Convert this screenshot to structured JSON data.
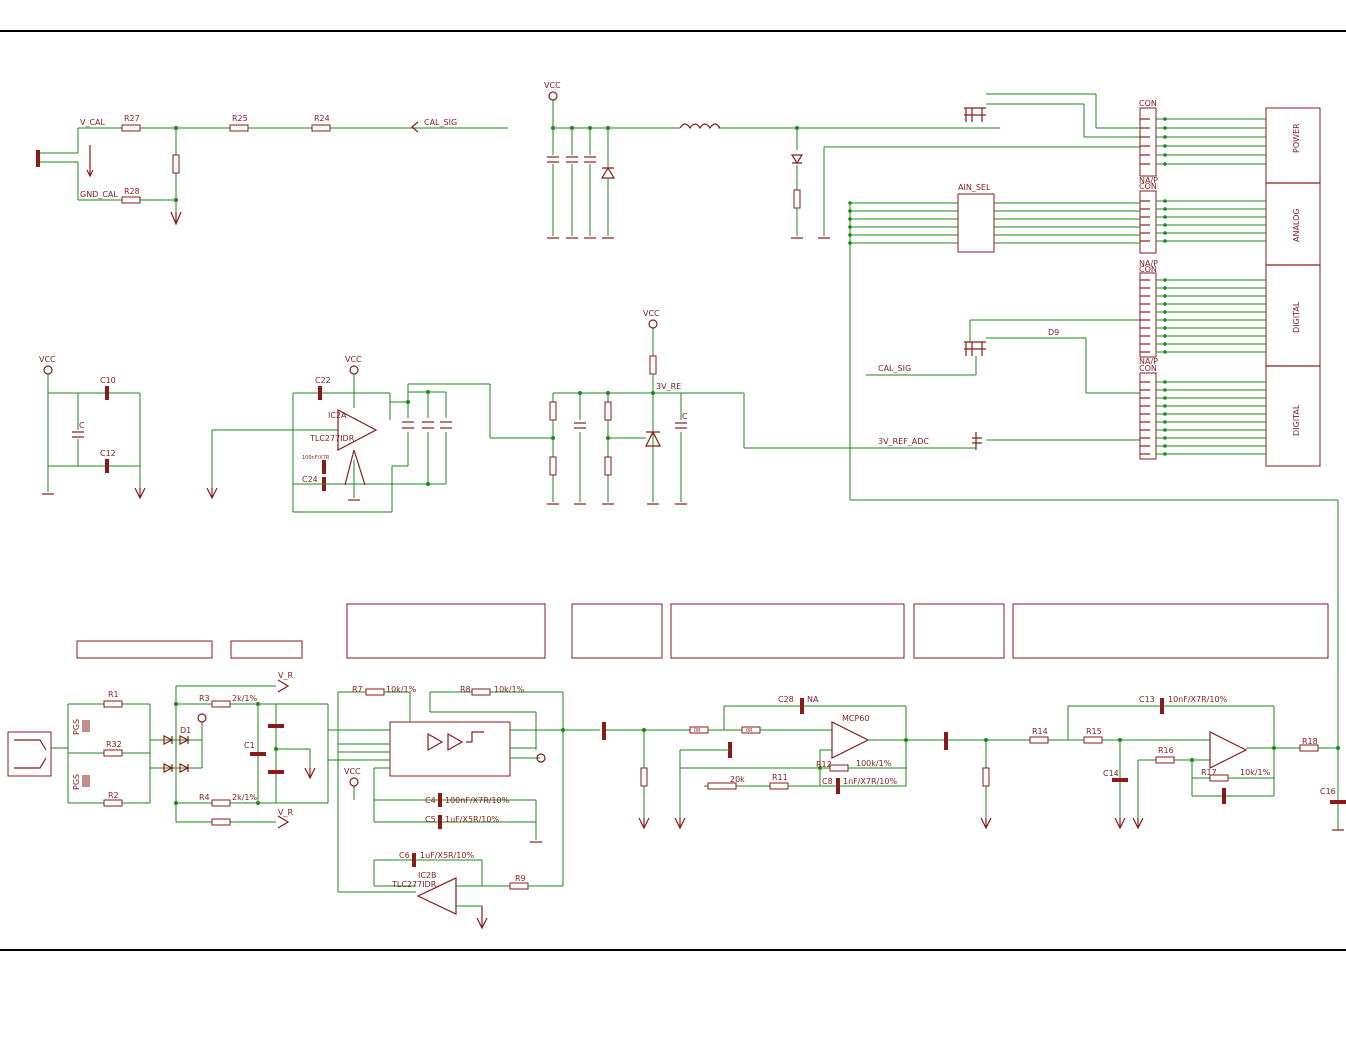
{
  "labels": {
    "v_cal": "V_CAL",
    "gnd_cal": "GND_CAL",
    "cal_sig": "CAL_SIG",
    "r27": "R27",
    "r28": "R28",
    "r25": "R25",
    "r24": "R24",
    "vcc": "VCC",
    "con": "CON",
    "nap": "NA/P",
    "ain_sel": "AIN_SEL",
    "d9": "D9",
    "ref_3v": "3V_RE",
    "ref_adc": "3V_REF_ADC",
    "c10": "C10",
    "c12": "C12",
    "c": "C",
    "c22": "C22",
    "c24": "C24",
    "ic2a": "IC2A",
    "tlc": "TLC277IDR",
    "c100n": "100nF/X7R",
    "power": "POWER",
    "analog": "ANALOG",
    "digital": "DIGITAL",
    "r1": "R1",
    "r32": "R32",
    "r2": "R2",
    "d1": "D1",
    "r3": "R3",
    "r4": "R4",
    "v_r": "V_R",
    "c1": "C1",
    "r7": "R7",
    "r8": "R8",
    "r10k": "10k/1%",
    "r2k": "2k/1%",
    "c4": "C4",
    "c4v": "100nF/X7R/10%",
    "c5": "C5",
    "c5v": "1uF/X5R/10%",
    "c6": "C6",
    "c6v": "1uF/X5R/10%",
    "ic2b": "IC2B",
    "r9": "R9",
    "c28": "C28",
    "na": "NA",
    "mcp60": "MCP60",
    "r12": "R12",
    "r12v": "100k/1%",
    "c8": "C8",
    "c8v": "1nF/X7R/10%",
    "r11": "R11",
    "r20k": "20k",
    "r14": "R14",
    "r15": "R15",
    "c13": "C13",
    "c13v": "10nF/X7R/10%",
    "c14": "C14",
    "r16": "R16",
    "r17": "R17",
    "r17v": "10k/1%",
    "r18": "R18",
    "c16": "C16",
    "pgs": "PGS",
    "ok": "0R"
  },
  "colors": {
    "wire": "#1a8a1a",
    "component": "#8a1a1a",
    "frame": "#000000"
  }
}
